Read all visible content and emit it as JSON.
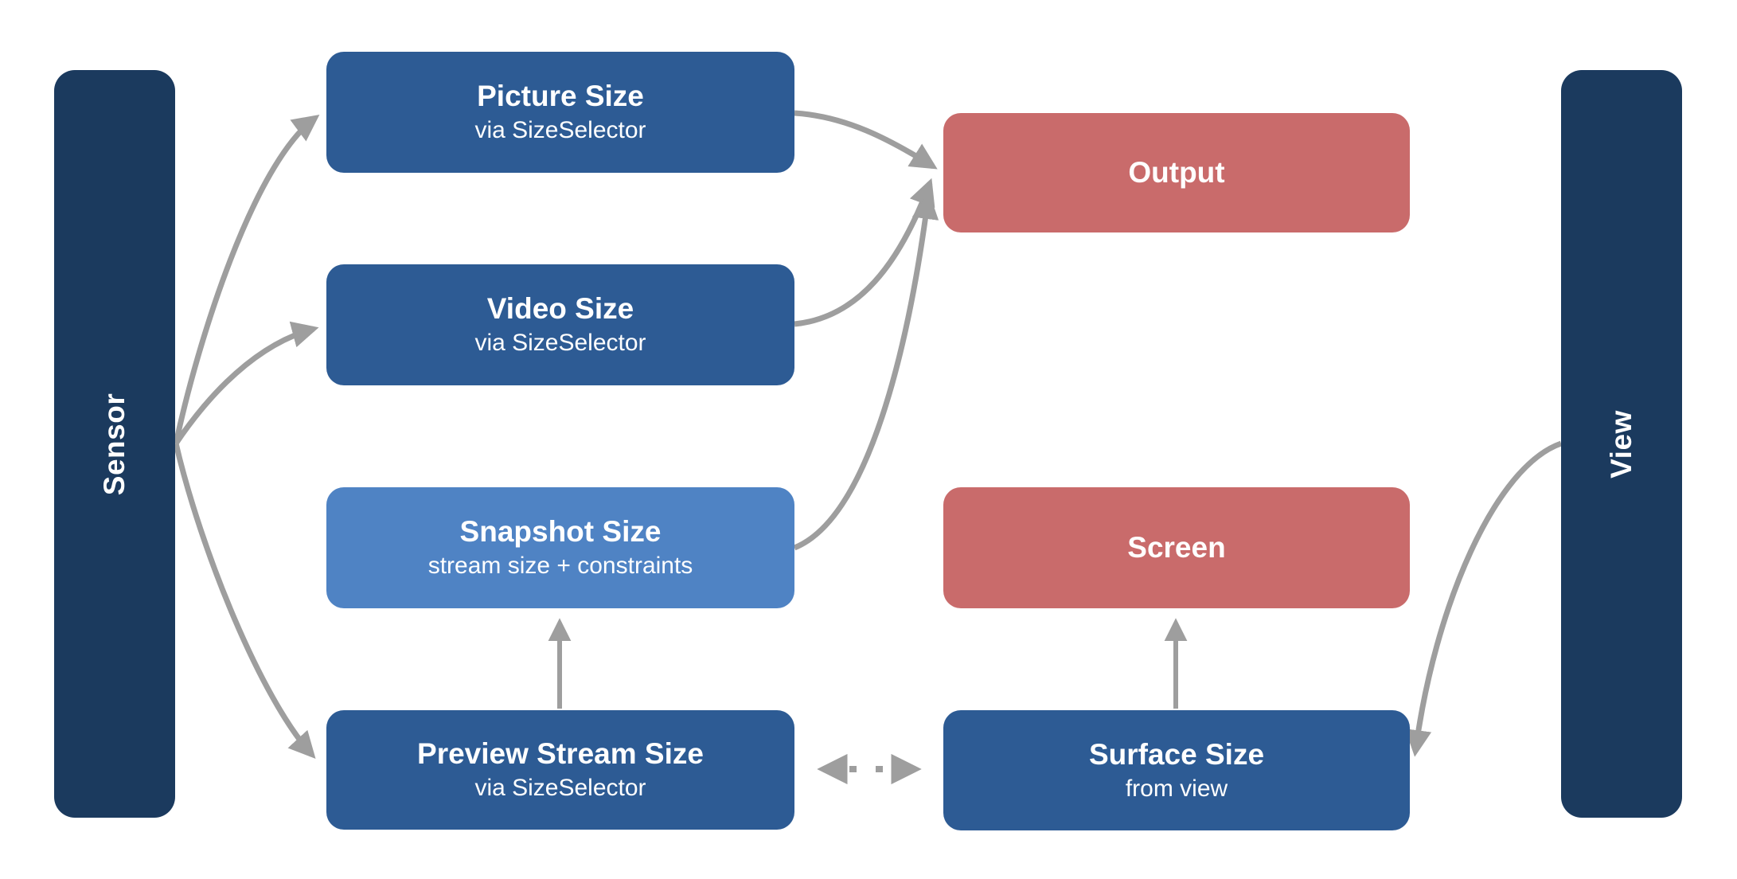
{
  "diagram": {
    "background": "#FFFFFF",
    "colors": {
      "rail_navy": "#1B3A5E",
      "node_blue": "#2D5B94",
      "node_light_blue": "#4F83C4",
      "node_salmon": "#C96B6B",
      "arrow_gray": "#9E9E9E",
      "text": "#FFFFFF"
    },
    "rails": {
      "sensor": {
        "label": "Sensor"
      },
      "view": {
        "label": "View"
      }
    },
    "nodes": {
      "picture": {
        "title": "Picture Size",
        "subtitle": "via SizeSelector"
      },
      "video": {
        "title": "Video Size",
        "subtitle": "via SizeSelector"
      },
      "snapshot": {
        "title": "Snapshot Size",
        "subtitle": "stream size + constraints"
      },
      "preview": {
        "title": "Preview Stream Size",
        "subtitle": "via SizeSelector"
      },
      "output": {
        "title": "Output"
      },
      "screen": {
        "title": "Screen"
      },
      "surface": {
        "title": "Surface Size",
        "subtitle": "from view"
      }
    },
    "edges": [
      {
        "from": "Sensor",
        "to": "Picture Size",
        "style": "solid-curve"
      },
      {
        "from": "Sensor",
        "to": "Video Size",
        "style": "solid-curve"
      },
      {
        "from": "Sensor",
        "to": "Preview Stream Size",
        "style": "solid-curve"
      },
      {
        "from": "Picture Size",
        "to": "Output",
        "style": "solid-curve"
      },
      {
        "from": "Video Size",
        "to": "Output",
        "style": "solid-curve"
      },
      {
        "from": "Snapshot Size",
        "to": "Output",
        "style": "solid-curve"
      },
      {
        "from": "Preview Stream Size",
        "to": "Snapshot Size",
        "style": "solid-straight"
      },
      {
        "from": "Surface Size",
        "to": "Screen",
        "style": "solid-straight"
      },
      {
        "from": "Preview Stream Size",
        "to": "Surface Size",
        "style": "dotted-bidirectional"
      },
      {
        "from": "View",
        "to": "Surface Size",
        "style": "solid-curve"
      }
    ]
  }
}
